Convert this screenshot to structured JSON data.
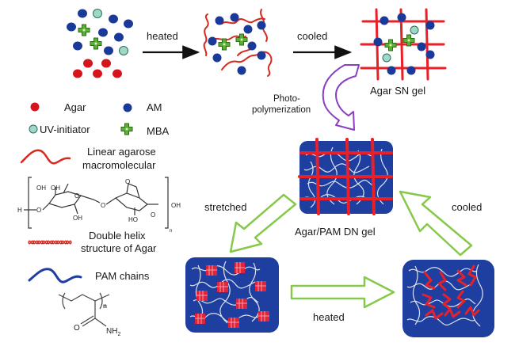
{
  "colors": {
    "agar": "#d6141c",
    "am": "#1a3a9a",
    "uv_initiator": "#9fd8c8",
    "uv_initiator_stroke": "#2d6e5e",
    "mba": "#5ab035",
    "agarose_chain": "#d62a1e",
    "pam_chain": "#1e3fa0",
    "purple_arrow": "#8a3fc0",
    "green_arrow": "#86c94a",
    "grid_red": "#e8202a"
  },
  "steps": {
    "heated_top": "heated",
    "cooled_top": "cooled",
    "photo_line1": "Photo-",
    "photo_line2": "polymerization",
    "stretched": "stretched",
    "heated_bottom": "heated",
    "cooled_right": "cooled"
  },
  "states": {
    "agar_sn_gel": "Agar SN gel",
    "agar_pam_dn_gel": "Agar/PAM DN gel"
  },
  "legend": {
    "agar": "Agar",
    "am": "AM",
    "uv_initiator": "UV-initiator",
    "mba": "MBA",
    "linear_agarose_line1": "Linear agarose",
    "linear_agarose_line2": "macromolecular",
    "double_helix_line1": "Double helix",
    "double_helix_line2": "structure of Agar",
    "pam_chains": "PAM chains"
  },
  "chem": {
    "oh": "OH",
    "o": "O",
    "h": "H",
    "ho": "HO",
    "n": "n",
    "nh2": "NH",
    "sub2": "2"
  }
}
